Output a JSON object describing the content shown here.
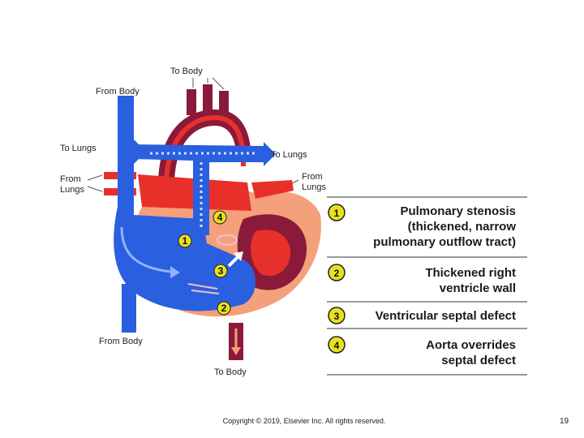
{
  "labels": {
    "to_body_top": "To Body",
    "from_body_top": "From Body",
    "to_lungs_left": "To Lungs",
    "to_lungs_right": "To Lungs",
    "from_lungs_left_1": "From",
    "from_lungs_left_2": "Lungs",
    "from_lungs_right_1": "From",
    "from_lungs_right_2": "Lungs",
    "from_body_bottom": "From Body",
    "to_body_bottom": "To Body"
  },
  "legend": [
    {
      "number": "1",
      "lines": [
        "Pulmonary stenosis",
        "(thickened, narrow",
        "pulmonary outflow tract)"
      ]
    },
    {
      "number": "2",
      "lines": [
        "Thickened right",
        "ventricle wall"
      ]
    },
    {
      "number": "3",
      "lines": [
        "Ventricular septal defect"
      ]
    },
    {
      "number": "4",
      "lines": [
        "Aorta overrides",
        "septal defect"
      ]
    }
  ],
  "markers": [
    "1",
    "2",
    "3",
    "4"
  ],
  "footer": {
    "copyright": "Copyright © 2019, Elsevier Inc. All rights reserved.",
    "page": "19"
  },
  "colors": {
    "oxygenated": "#e8302a",
    "deoxygenated": "#2a5fe0",
    "dark_muscle": "#8b1a3a",
    "pericardium": "#f4a07a",
    "marker": "#e9e01e"
  }
}
